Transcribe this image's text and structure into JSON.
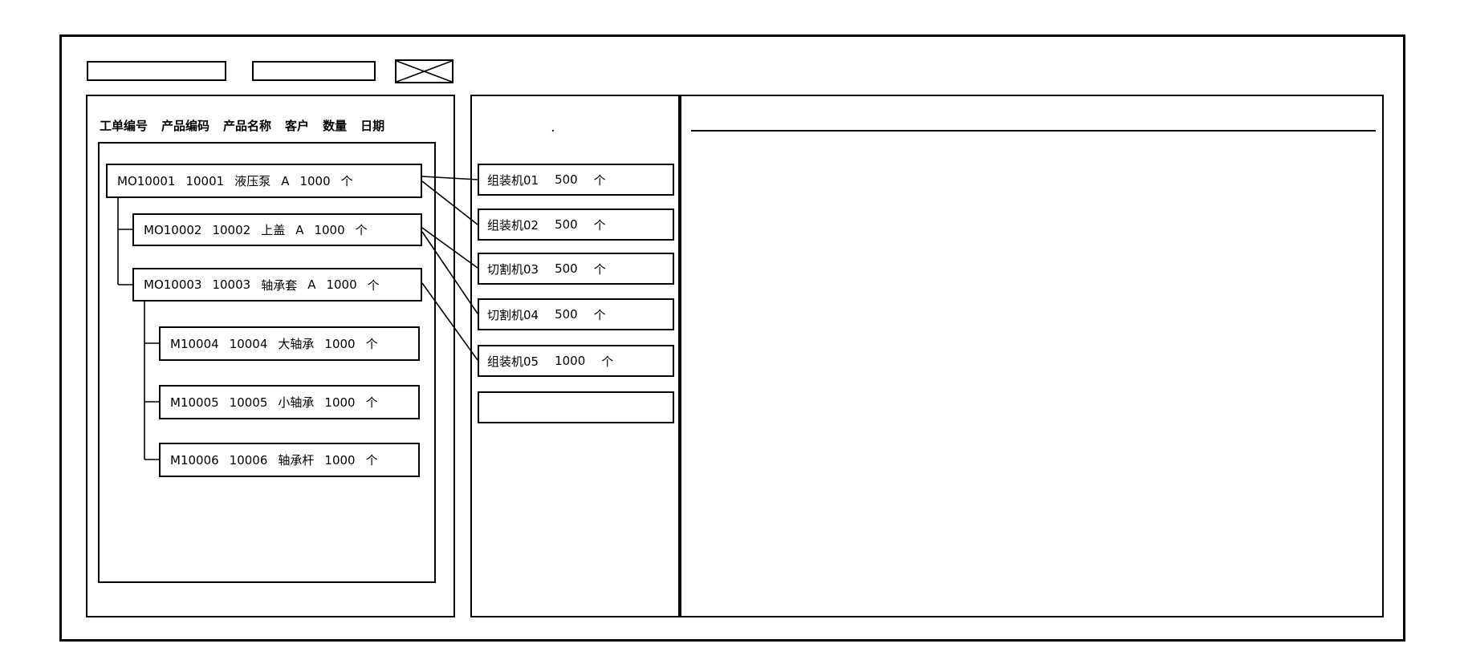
{
  "work_order_panel": {
    "columns": [
      "工单编号",
      "产品编码",
      "产品名称",
      "客户",
      "数量",
      "日期"
    ],
    "nodes": [
      {
        "order_no": "MO10001",
        "product_code": "10001",
        "product_name": "液压泵",
        "customer": "A",
        "qty": "1000",
        "unit": "个",
        "level": 0
      },
      {
        "order_no": "MO10002",
        "product_code": "10002",
        "product_name": "上盖",
        "customer": "A",
        "qty": "1000",
        "unit": "个",
        "level": 1
      },
      {
        "order_no": "MO10003",
        "product_code": "10003",
        "product_name": "轴承套",
        "customer": "A",
        "qty": "1000",
        "unit": "个",
        "level": 1
      },
      {
        "order_no": "M10004",
        "product_code": "10004",
        "product_name": "大轴承",
        "customer": "",
        "qty": "1000",
        "unit": "个",
        "level": 2
      },
      {
        "order_no": "M10005",
        "product_code": "10005",
        "product_name": "小轴承",
        "customer": "",
        "qty": "1000",
        "unit": "个",
        "level": 2
      },
      {
        "order_no": "M10006",
        "product_code": "10006",
        "product_name": "轴承杆",
        "customer": "",
        "qty": "1000",
        "unit": "个",
        "level": 2
      }
    ]
  },
  "machine_panel": {
    "stray_dot": ".",
    "machines": [
      {
        "name": "组装机01",
        "qty": "500",
        "unit": "个"
      },
      {
        "name": "组装机02",
        "qty": "500",
        "unit": "个"
      },
      {
        "name": "切割机03",
        "qty": "500",
        "unit": "个"
      },
      {
        "name": "切割机04",
        "qty": "500",
        "unit": "个"
      },
      {
        "name": "组装机05",
        "qty": "1000",
        "unit": "个"
      },
      {
        "name": "",
        "qty": "",
        "unit": ""
      }
    ]
  },
  "assignments": [
    {
      "from": "MO10001",
      "to": "组装机01"
    },
    {
      "from": "MO10001",
      "to": "组装机02"
    },
    {
      "from": "MO10002",
      "to": "切割机03"
    },
    {
      "from": "MO10002",
      "to": "切割机04"
    },
    {
      "from": "MO10003",
      "to": "组装机05"
    }
  ],
  "icons": {
    "image_placeholder": "crossed-box-icon"
  },
  "colors": {
    "line": "#000000",
    "background": "#ffffff"
  }
}
